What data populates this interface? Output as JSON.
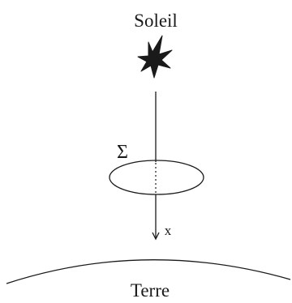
{
  "labels": {
    "sun": "Soleil",
    "surface": "Σ",
    "axis": "x",
    "earth": "Terre"
  },
  "colors": {
    "ink": "#1a1a1a",
    "background": "#ffffff"
  },
  "icons": {
    "sun": "sun-star-icon"
  }
}
